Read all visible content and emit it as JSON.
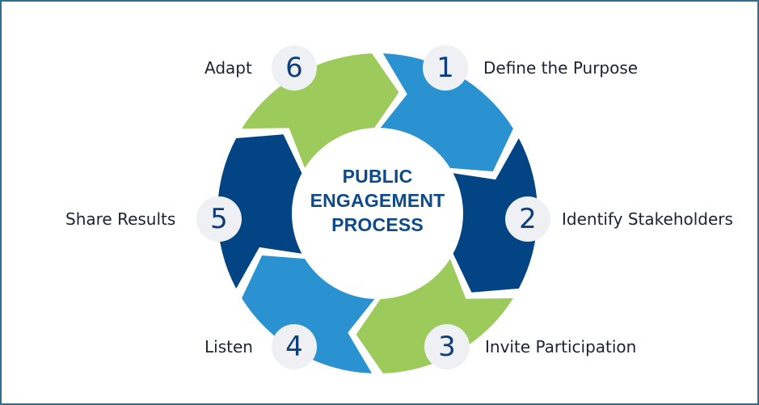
{
  "diagram": {
    "title_lines": [
      "PUBLIC",
      "ENGAGEMENT",
      "PROCESS"
    ],
    "steps": [
      {
        "number": "1",
        "label": "Define the Purpose",
        "color": "#2b92d1"
      },
      {
        "number": "2",
        "label": "Identify Stakeholders",
        "color": "#034584"
      },
      {
        "number": "3",
        "label": "Invite Participation",
        "color": "#9ccb5b"
      },
      {
        "number": "4",
        "label": "Listen",
        "color": "#2b92d1"
      },
      {
        "number": "5",
        "label": "Share Results",
        "color": "#034584"
      },
      {
        "number": "6",
        "label": "Adapt",
        "color": "#9ccb5b"
      }
    ],
    "colors": {
      "frame": "#2a6f8f",
      "title": "#0d4a8a",
      "badge_bg": "#eef0f3",
      "badge_text": "#0d3f7f",
      "label_text": "#1b2333"
    }
  }
}
